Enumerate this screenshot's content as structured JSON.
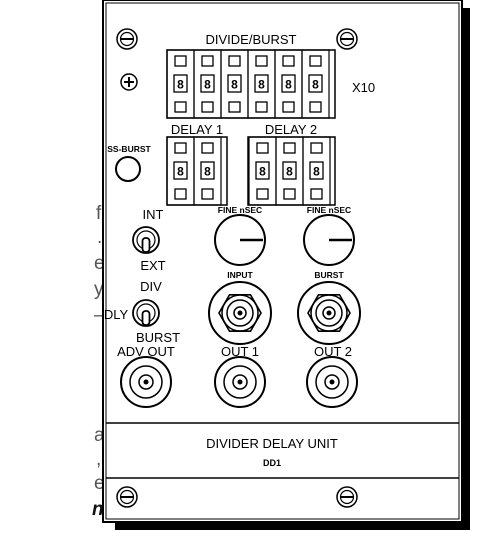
{
  "panel": {
    "top_label": "DIVIDE/BURST",
    "multiplier_label": "X10",
    "delay1_label": "DELAY 1",
    "delay2_label": "DELAY 2",
    "ss_burst_label": "SS-BURST",
    "int_label": "INT",
    "ext_label": "EXT",
    "div_label": "DIV",
    "dly_label": "DLY",
    "burst_switch_label": "BURST",
    "fine1_label": "FINE nSEC",
    "fine2_label": "FINE nSEC",
    "input_label": "INPUT",
    "burst_bnc_label": "BURST",
    "adv_out_label": "ADV OUT",
    "out1_label": "OUT 1",
    "out2_label": "OUT 2",
    "unit_title": "DIVIDER DELAY UNIT",
    "unit_model": "DD1"
  },
  "thumbwheel_digit": "8",
  "divide_burst_digits": [
    "8",
    "8",
    "8",
    "8",
    "8",
    "8"
  ],
  "delay1_digits": [
    "8",
    "8"
  ],
  "delay2_digits": [
    "8",
    "8",
    "8"
  ],
  "side_text": [
    "f",
    ".",
    "e",
    "y",
    "–",
    "a",
    ",",
    "e",
    "n"
  ],
  "colors": {
    "line": "#000000",
    "panel": "#ffffff",
    "side_text": "#555555"
  }
}
